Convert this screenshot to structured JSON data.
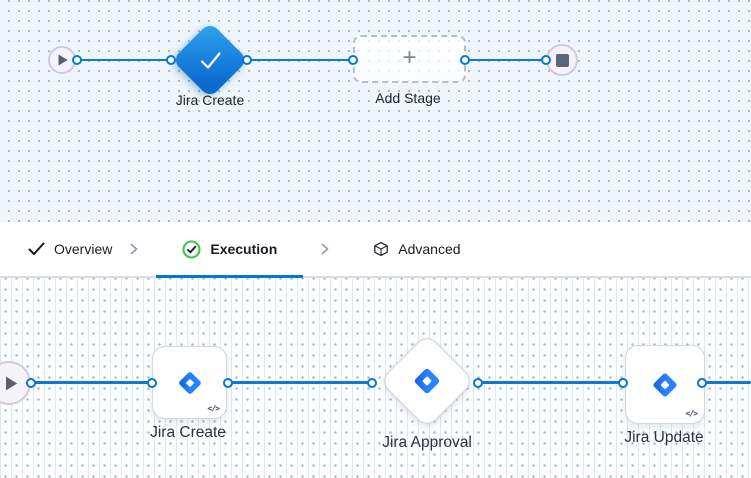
{
  "top_canvas": {
    "stage_label": "Jira Create",
    "add_stage": {
      "plus": "+",
      "label": "Add Stage"
    }
  },
  "tabs": [
    {
      "label": "Overview",
      "active": false
    },
    {
      "label": "Execution",
      "active": true
    },
    {
      "label": "Advanced",
      "active": false
    }
  ],
  "execution_canvas": {
    "steps": [
      {
        "label": "Jira Create",
        "badge": "</>",
        "shape": "card"
      },
      {
        "label": "Jira Approval",
        "shape": "diamond"
      },
      {
        "label": "Jira Update",
        "badge": "</>",
        "shape": "card"
      }
    ]
  },
  "colors": {
    "accent_blue": "#0278d5",
    "stage_gradient_start": "#31a5f2",
    "stage_gradient_end": "#0a6bcf",
    "jira_blue": "#2684ff",
    "jira_blue_dark": "#1155cc",
    "success_green": "#3ec556",
    "canvas_top_bg": "#eef6fb",
    "canvas_bottom_bg": "#fdfeff"
  }
}
